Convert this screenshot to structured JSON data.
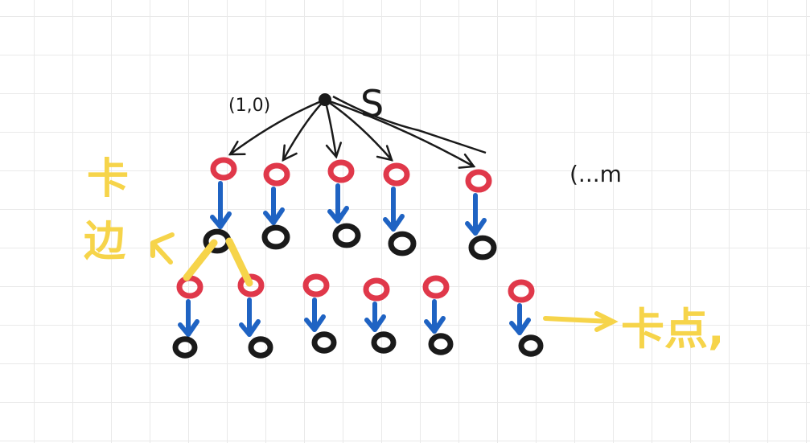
{
  "colors": {
    "ink": "#1a1a1a",
    "red_node": "#e0384a",
    "black_node": "#1a1a1a",
    "blue_arrow": "#1f63c3",
    "highlight": "#f6d44a"
  },
  "labels": {
    "source": "S",
    "edge_capacity": "(1,0)",
    "range": "(...m",
    "left_note": "卡\n边",
    "right_note": "卡点,"
  },
  "tree": {
    "level1_count": 5,
    "level2_count": 6
  }
}
